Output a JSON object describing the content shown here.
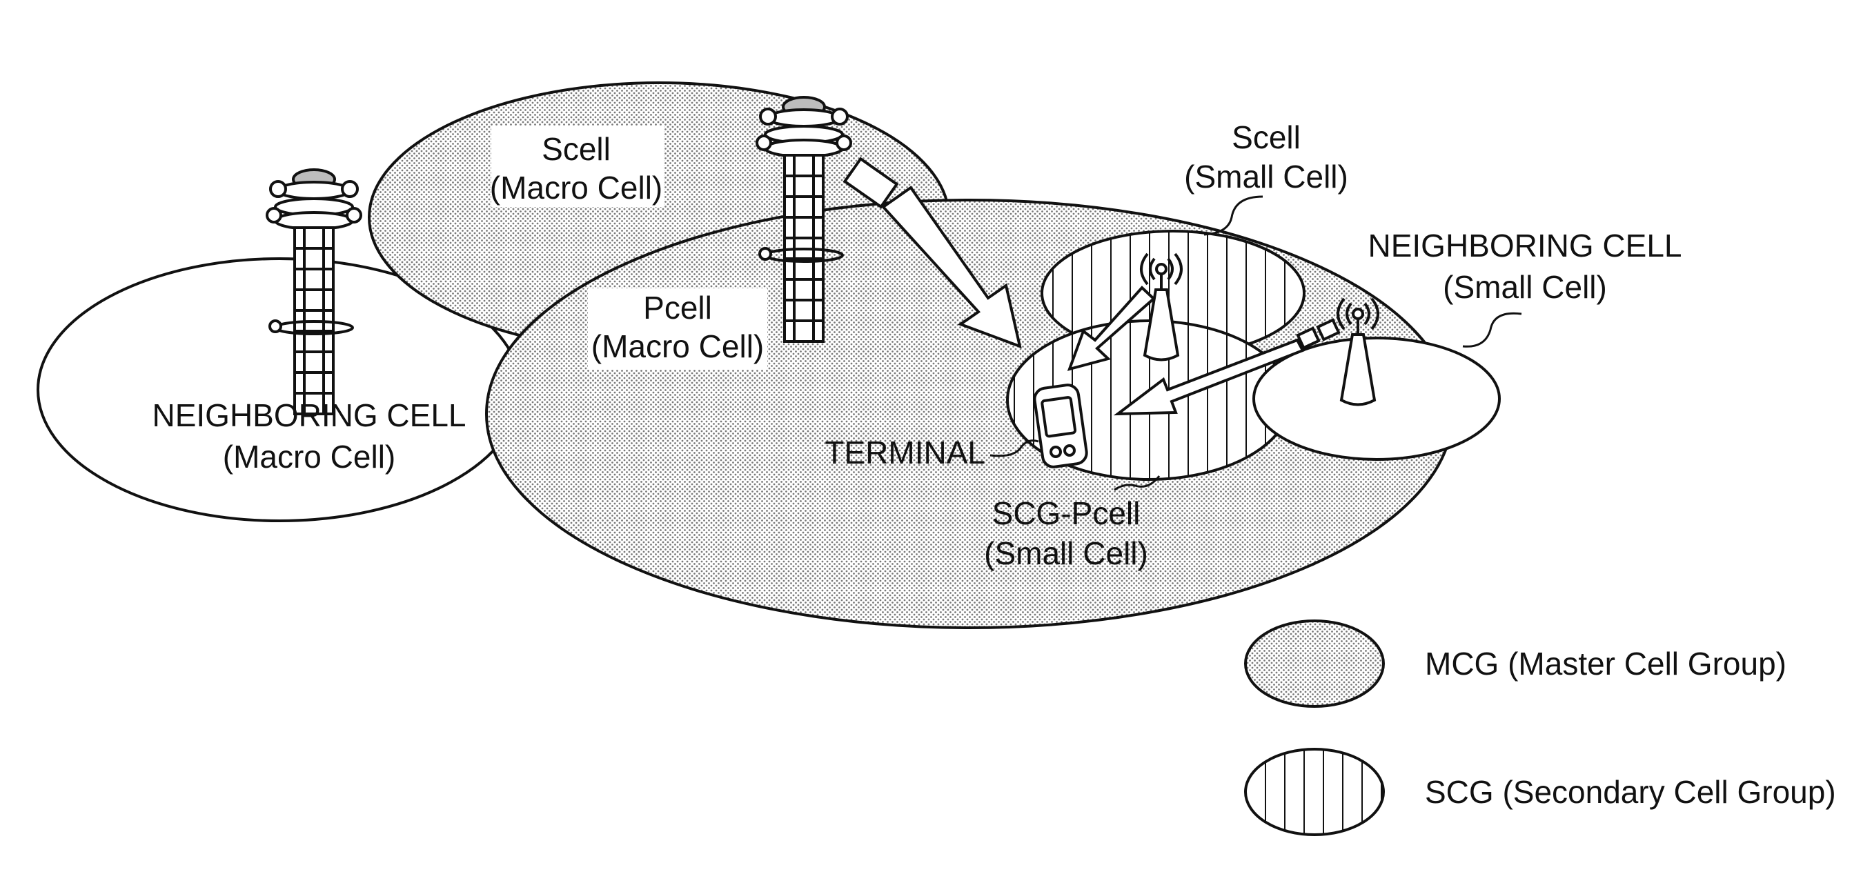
{
  "cells": {
    "scell_macro": {
      "name": "Scell",
      "type": "(Macro Cell)"
    },
    "pcell_macro": {
      "name": "Pcell",
      "type": "(Macro Cell)"
    },
    "neighbor_macro": {
      "name": "NEIGHBORING CELL",
      "type": "(Macro Cell)"
    },
    "scell_small": {
      "name": "Scell",
      "type": "(Small Cell)"
    },
    "scg_pcell_small": {
      "name": "SCG-Pcell",
      "type": "(Small Cell)"
    },
    "neighbor_small": {
      "name": "NEIGHBORING CELL",
      "type": "(Small Cell)"
    }
  },
  "terminal": {
    "label": "TERMINAL"
  },
  "legend": {
    "mcg": {
      "label": "MCG (Master Cell Group)",
      "pattern": "dotted"
    },
    "scg": {
      "label": "SCG (Secondary Cell Group)",
      "pattern": "vertical-stripes"
    }
  },
  "colors": {
    "ink": "#111111",
    "dot": "#7a7a7a",
    "fill": "#ffffff"
  }
}
